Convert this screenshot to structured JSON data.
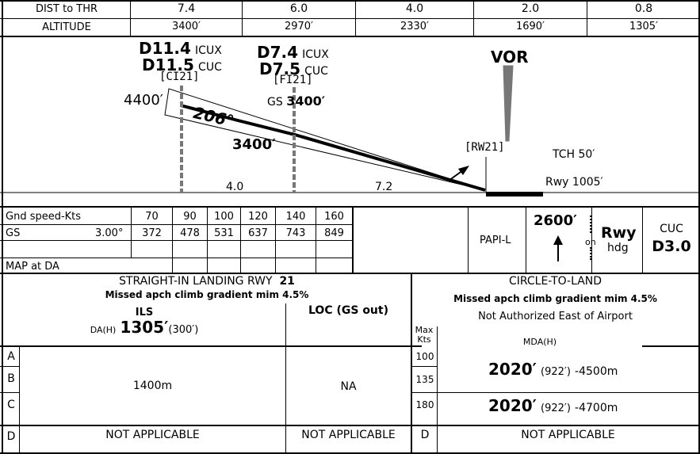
{
  "dist_table": {
    "label_dist": "DIST to THR",
    "label_alt": "ALTITUDE",
    "distances": [
      "7.4",
      "6.0",
      "4.0",
      "2.0",
      "0.8"
    ],
    "altitudes": [
      "3400′",
      "2970′",
      "2330′",
      "1690′",
      "1305′"
    ]
  },
  "profile": {
    "fix1": {
      "dme1": "D11.4",
      "nav1": "ICUX",
      "dme2": "D11.5",
      "nav2": "CUC",
      "name": "[CI21]"
    },
    "fix2": {
      "dme1": "D7.4",
      "nav1": "ICUX",
      "dme2": "D7.5",
      "nav2": "CUC",
      "name": "[FI21]"
    },
    "vor_label": "VOR",
    "alt_4400": "4400′",
    "course": "206°",
    "alt_3400": "3400′",
    "gs_label": "GS",
    "gs_alt": "3400′",
    "rw_fix": "[RW21]",
    "tch": "TCH 50′",
    "rwy_elev": "Rwy 1005′",
    "seg1": "4.0",
    "seg2": "7.2"
  },
  "gs_table": {
    "header_label": "Gnd speed-Kts",
    "speeds": [
      "70",
      "90",
      "100",
      "120",
      "140",
      "160"
    ],
    "gs_label": "GS",
    "gs_angle": "3.00°",
    "rates": [
      "372",
      "478",
      "531",
      "637",
      "743",
      "849"
    ],
    "map_label": "MAP at DA"
  },
  "papi": {
    "label": "PAPI-L",
    "alt": "2600′",
    "on": "on",
    "rwy": "Rwy",
    "hdg": "hdg",
    "nav": "CUC",
    "dme": "D3.0"
  },
  "straight_in": {
    "title": "STRAIGHT-IN LANDING RWY",
    "rwy": "21",
    "missed": "Missed apch climb gradient mim 4.5%",
    "ils": "ILS",
    "da_label": "DA(H)",
    "da_value": "1305′",
    "da_height": "(300′)",
    "loc": "LOC (GS out)",
    "ils_minima": "1400m",
    "loc_minima": "NA",
    "na_ils": "NOT APPLICABLE",
    "na_loc": "NOT APPLICABLE",
    "categories": [
      "A",
      "B",
      "C",
      "D"
    ]
  },
  "circle": {
    "title": "CIRCLE-TO-LAND",
    "missed": "Missed apch climb gradient mim 4.5%",
    "note": "Not Authorized East of Airport",
    "max_kts": "Max Kts",
    "mda_label": "MDA(H)",
    "speeds": [
      "100",
      "135",
      "180"
    ],
    "row1": {
      "mda": "2020′",
      "height": "(922′)",
      "vis": "-4500m"
    },
    "row2": {
      "mda": "2020′",
      "height": "(922′)",
      "vis": "-4700m"
    },
    "cat_d": "D",
    "na": "NOT APPLICABLE"
  }
}
